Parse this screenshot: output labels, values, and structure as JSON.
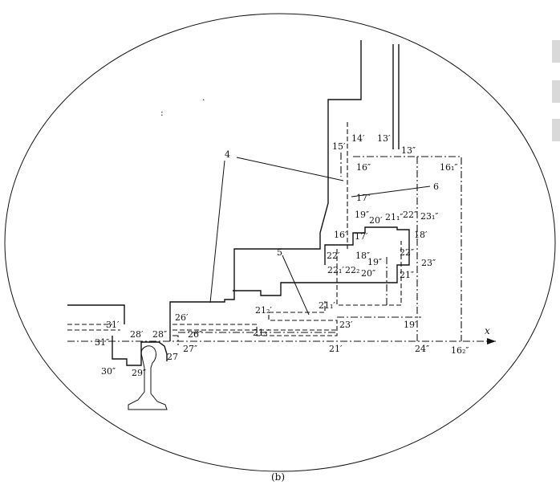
{
  "figure": {
    "caption": "(b)",
    "axis_label": "x",
    "part_labels": [
      "4",
      "5",
      "6"
    ],
    "point_labels": [
      "14′",
      "13′",
      "13″",
      "15′",
      "16″",
      "16₁″",
      "17″",
      "19″",
      "20′",
      "21₁″",
      "22″",
      "23₁″",
      "16′",
      "17′",
      "18′",
      "22′",
      "22₁′",
      "22₂",
      "18″",
      "19″",
      "20″",
      "22″",
      "23″",
      "21″",
      "26′",
      "21₂′",
      "21₁′",
      "31′",
      "28′",
      "28″",
      "26″",
      "21₃′",
      "23′",
      "19′",
      "31″",
      "27",
      "27″",
      "21′",
      "24″",
      "16₂″",
      "30″",
      "29″"
    ]
  }
}
